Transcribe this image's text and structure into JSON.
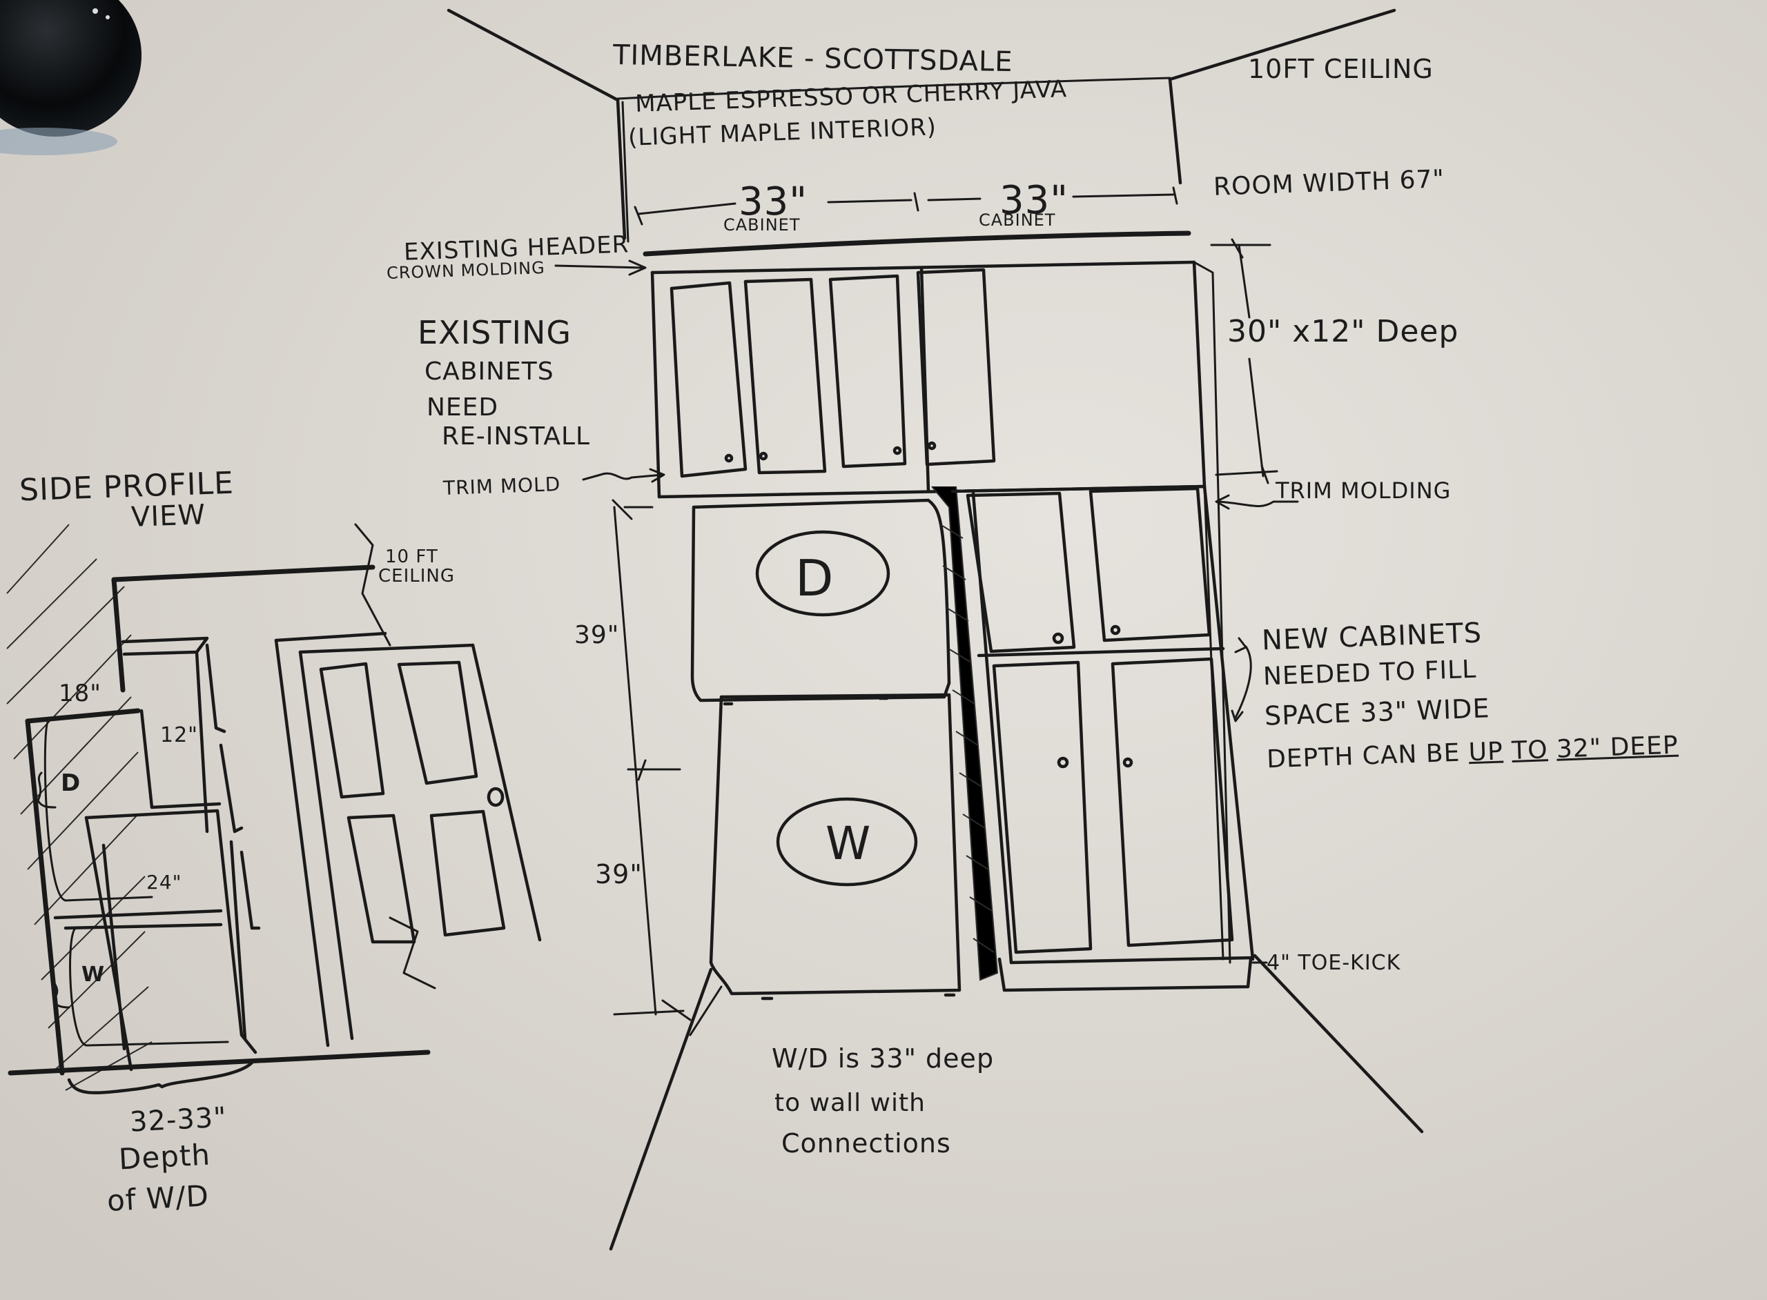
{
  "title": "Timberlake - Scottsdale",
  "finish": {
    "line1": "Maple Espresso or Cherry Java",
    "line2": "(Light Maple Interior)"
  },
  "ceiling_note": "10ft Ceiling",
  "dimensions": {
    "cabinet_left_width": "33\"",
    "cabinet_left_label": "Cabinet",
    "cabinet_right_width": "33\"",
    "cabinet_right_label": "Cabinet",
    "room_width": "Room Width 67\"",
    "upper_cabinet": "30\" x12\" Deep",
    "dryer_height": "39\"",
    "washer_height": "39\""
  },
  "annotations": {
    "header_line1": "Existing Header",
    "header_line2": "Crown Molding",
    "existing_1": "Existing",
    "existing_2": "Cabinets",
    "existing_3": "Need",
    "existing_4": "Re-Install",
    "trim_mold": "Trim Mold",
    "trim_molding": "Trim Molding",
    "new_cab_1": "New Cabinets",
    "new_cab_2": "Needed to Fill",
    "new_cab_3": "Space 33\" Wide",
    "new_cab_4_prefix": "Depth can be",
    "new_cab_4_up": "up",
    "new_cab_4_to": "to",
    "new_cab_4_deep": "32\" Deep",
    "toe_kick": "4\" Toe-Kick",
    "wd_note_1": "W/D is 33\" deep",
    "wd_note_2": "to wall with",
    "wd_note_3": "Connections"
  },
  "appliances": {
    "dryer_letter": "D",
    "washer_letter": "W"
  },
  "side_view": {
    "title_1": "Side Profile",
    "title_2": "View",
    "ceiling_1": "10 FT",
    "ceiling_2": "Ceiling",
    "dim_18": "18\"",
    "dim_12": "12\"",
    "dim_24": "24\"",
    "dryer_letter": "D",
    "washer_letter": "W",
    "depth_1": "32-33\"",
    "depth_2": "Depth",
    "depth_3": "of W/D"
  },
  "colors": {
    "paper": "#dcd8d2",
    "ink": "#1a1a1a"
  }
}
